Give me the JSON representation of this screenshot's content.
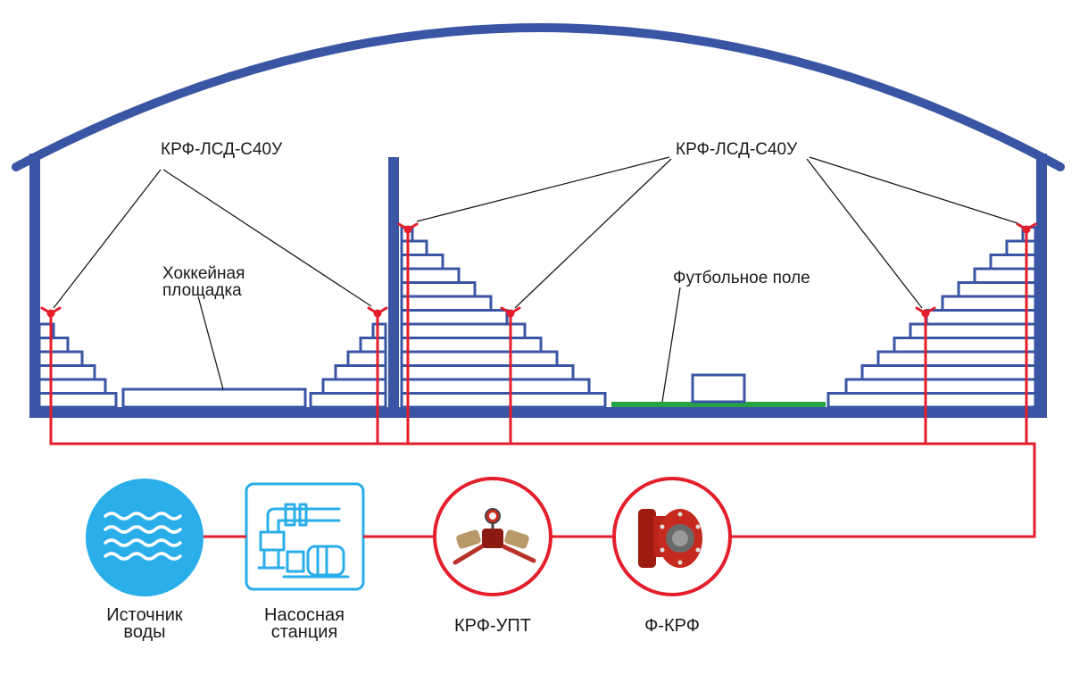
{
  "labels": {
    "nozzle_left": "КРФ-ЛСД-С40У",
    "nozzle_right": "КРФ-ЛСД-С40У",
    "hockey_line1": "Хоккейная",
    "hockey_line2": "площадка",
    "football": "Футбольное поле"
  },
  "equipment": {
    "water_line1": "Источник",
    "water_line2": "воды",
    "pump_line1": "Насосная",
    "pump_line2": "станция",
    "krf_upt": "КРФ-УПТ",
    "f_krf": "Ф-КРФ"
  },
  "colors": {
    "structure": "#3a55a4",
    "pipe": "#e41e2b",
    "water": "#29aee9",
    "field": "#27a343",
    "text": "#1a1a1a"
  },
  "icons": [
    "waves-icon",
    "pump-station-icon",
    "fire-valve-icon",
    "flange-filter-icon",
    "sprinkler-nozzle-icon"
  ]
}
